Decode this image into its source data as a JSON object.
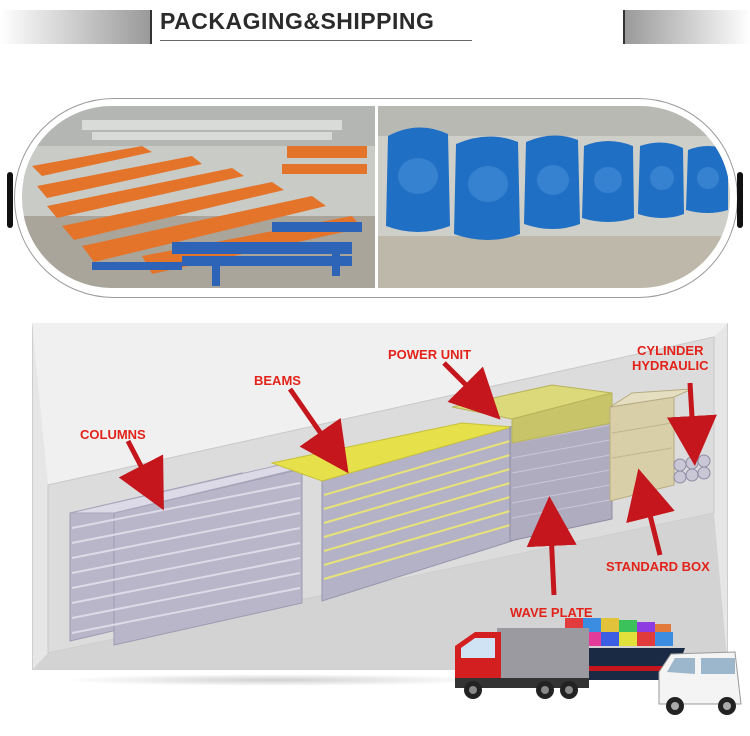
{
  "header": {
    "title": "PACKAGING&SHIPPING"
  },
  "photos": {
    "left": {
      "icon": "lift-frames-photo"
    },
    "right": {
      "icon": "wrapped-machines-photo"
    }
  },
  "diagram": {
    "labels": {
      "columns": "COLUMNS",
      "beams": "BEAMS",
      "power_unit": "POWER UNIT",
      "cylinder_line1": "CYLINDER",
      "cylinder_line2": "HYDRAULIC",
      "standard_box": "STANDARD BOX",
      "wave_plate": "WAVE PLATE"
    }
  },
  "colors": {
    "label_red": "#e2231a",
    "arrow_red": "#c4161c",
    "orange_steel": "#e4742a",
    "blue_steel": "#2d64b8",
    "wrap_blue": "#1f6fc4",
    "container_grey": "#dedede",
    "beam_yellow": "#e6e04a"
  },
  "vehicles": [
    "truck-icon",
    "ship-icon",
    "van-icon"
  ]
}
